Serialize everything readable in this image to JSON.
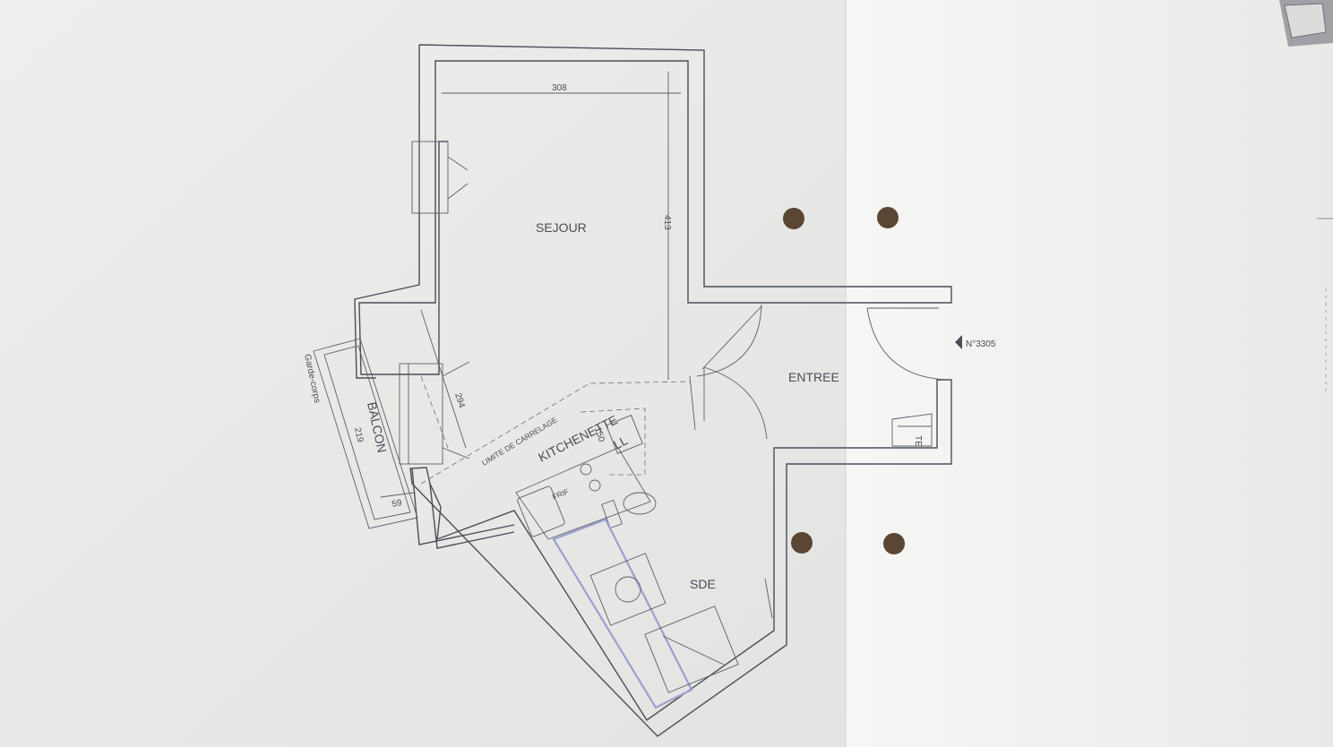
{
  "plan": {
    "rooms": {
      "sejour": "SEJOUR",
      "entree": "ENTREE",
      "kitchenette": "KITCHENETTE",
      "sde": "SDE",
      "balcon": "BALCON"
    },
    "dimensions": {
      "sejour_width": "308",
      "sejour_depth": "413",
      "window_width": "294",
      "balcon_width": "219",
      "balcon_depth": "59",
      "kitchen_depth": "150"
    },
    "annotations": {
      "garde_corps": "Garde-corps",
      "limite_carrelage": "LIMITE DE CARRELAGE",
      "lave_linge": "LL",
      "refrigerator": "FRIF",
      "tableau_electrique": "TE",
      "apartment_number": "N°3305"
    }
  },
  "colors": {
    "paper": "#f2f2f0",
    "line": "#4b4e58",
    "punch_hole": "#5b4634",
    "highlight": "#9aa0d0"
  }
}
